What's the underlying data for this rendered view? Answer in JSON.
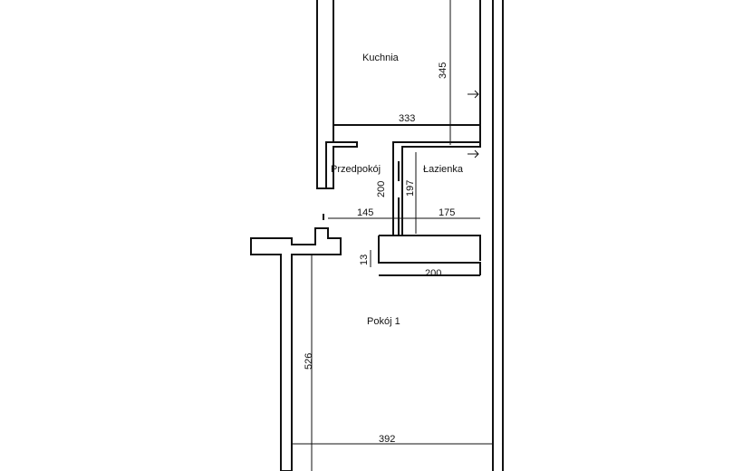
{
  "rooms": {
    "kitchen": "Kuchnia",
    "hall": "Przedpokój",
    "bathroom": "Łazienka",
    "room1": "Pokój 1"
  },
  "dimensions": {
    "kitchen_height": "345",
    "kitchen_width": "333",
    "hall_height": "200",
    "bathroom_height": "197",
    "hall_width": "145",
    "bathroom_width": "175",
    "small_offset": "13",
    "room1_top_width": "200",
    "room1_height": "526",
    "room1_width": "392"
  },
  "colors": {
    "line": "#111111",
    "background": "#ffffff"
  }
}
